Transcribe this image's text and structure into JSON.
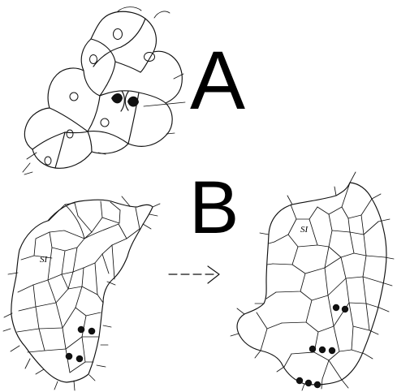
{
  "figure": {
    "labels": {
      "a": "A",
      "b": "B",
      "si_left": "SI",
      "si_right": "SI"
    },
    "icons": {
      "transition_arrow": "dashed-right-arrow-icon"
    }
  }
}
